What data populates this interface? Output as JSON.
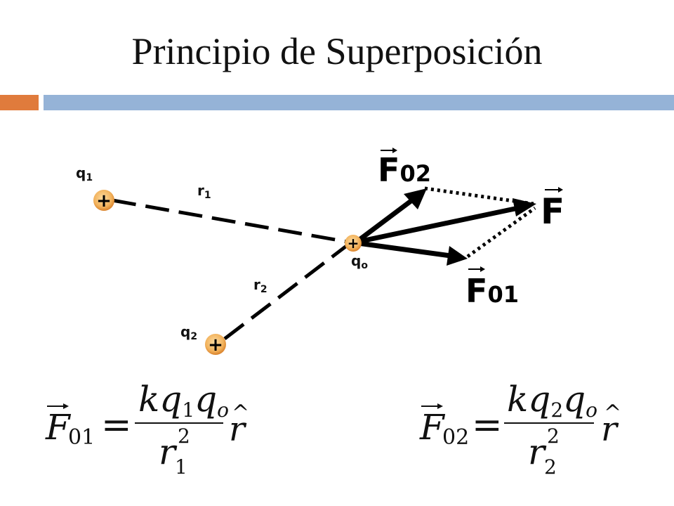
{
  "title": "Principio de Superposición",
  "colors": {
    "accent": "#E07B3C",
    "bar": "#95B3D7",
    "charge_fill": "#F2B25C",
    "charge_core": "#FDDCA0"
  },
  "diagram": {
    "charges": [
      {
        "label": "q",
        "sub": "1",
        "sign": "+"
      },
      {
        "label": "q",
        "sub": "2",
        "sign": "+"
      },
      {
        "label": "q",
        "sub": "o",
        "sign": "+"
      }
    ],
    "distances": [
      {
        "label": "r",
        "sub": "1"
      },
      {
        "label": "r",
        "sub": "2"
      }
    ],
    "vectors": [
      {
        "label": "F",
        "sub": "02"
      },
      {
        "label": "F",
        "sub": "01"
      },
      {
        "label": "F",
        "sub": ""
      }
    ]
  },
  "equations": [
    {
      "lhs": "F",
      "lhs_sub": "01",
      "eq": "=",
      "num_k": "kq",
      "num_sub1": "1",
      "num_q": "q",
      "num_sub2": "o",
      "den_r": "r",
      "den_sub": "1",
      "den_exp": "2",
      "unit": "r"
    },
    {
      "lhs": "F",
      "lhs_sub": "02",
      "eq": "=",
      "num_k": "kq",
      "num_sub1": "2",
      "num_q": "q",
      "num_sub2": "o",
      "den_r": "r",
      "den_sub": "2",
      "den_exp": "2",
      "unit": "r"
    }
  ]
}
